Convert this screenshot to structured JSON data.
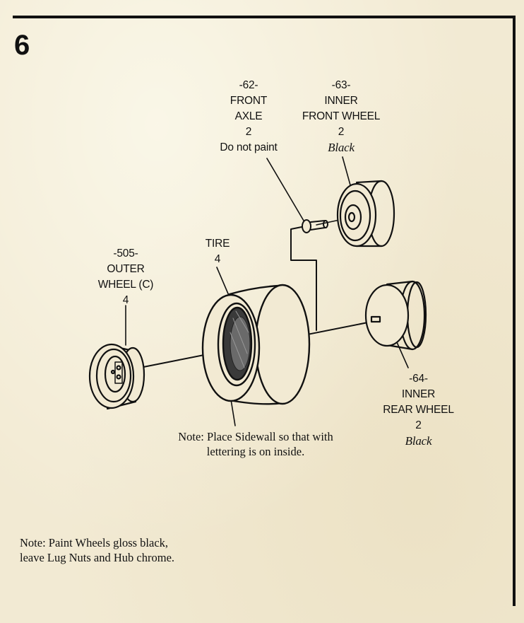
{
  "step": {
    "number": "6"
  },
  "parts": {
    "front_axle": {
      "part_no": "-62-",
      "name_line1": "FRONT",
      "name_line2": "AXLE",
      "qty": "2",
      "finish": "Do not paint"
    },
    "inner_front_wheel": {
      "part_no": "-63-",
      "name_line1": "INNER",
      "name_line2": "FRONT WHEEL",
      "qty": "2",
      "finish": "Black"
    },
    "tire": {
      "name": "TIRE",
      "qty": "4"
    },
    "outer_wheel": {
      "part_no": "-505-",
      "name_line1": "OUTER",
      "name_line2": "WHEEL (C)",
      "qty": "4"
    },
    "inner_rear_wheel": {
      "part_no": "-64-",
      "name_line1": "INNER",
      "name_line2": "REAR WHEEL",
      "qty": "2",
      "finish": "Black"
    }
  },
  "notes": {
    "sidewall_line1": "Note: Place Sidewall so that with",
    "sidewall_line2": "lettering is on inside.",
    "paint_line1": "Note: Paint Wheels gloss black,",
    "paint_line2": "leave Lug Nuts and Hub chrome."
  }
}
